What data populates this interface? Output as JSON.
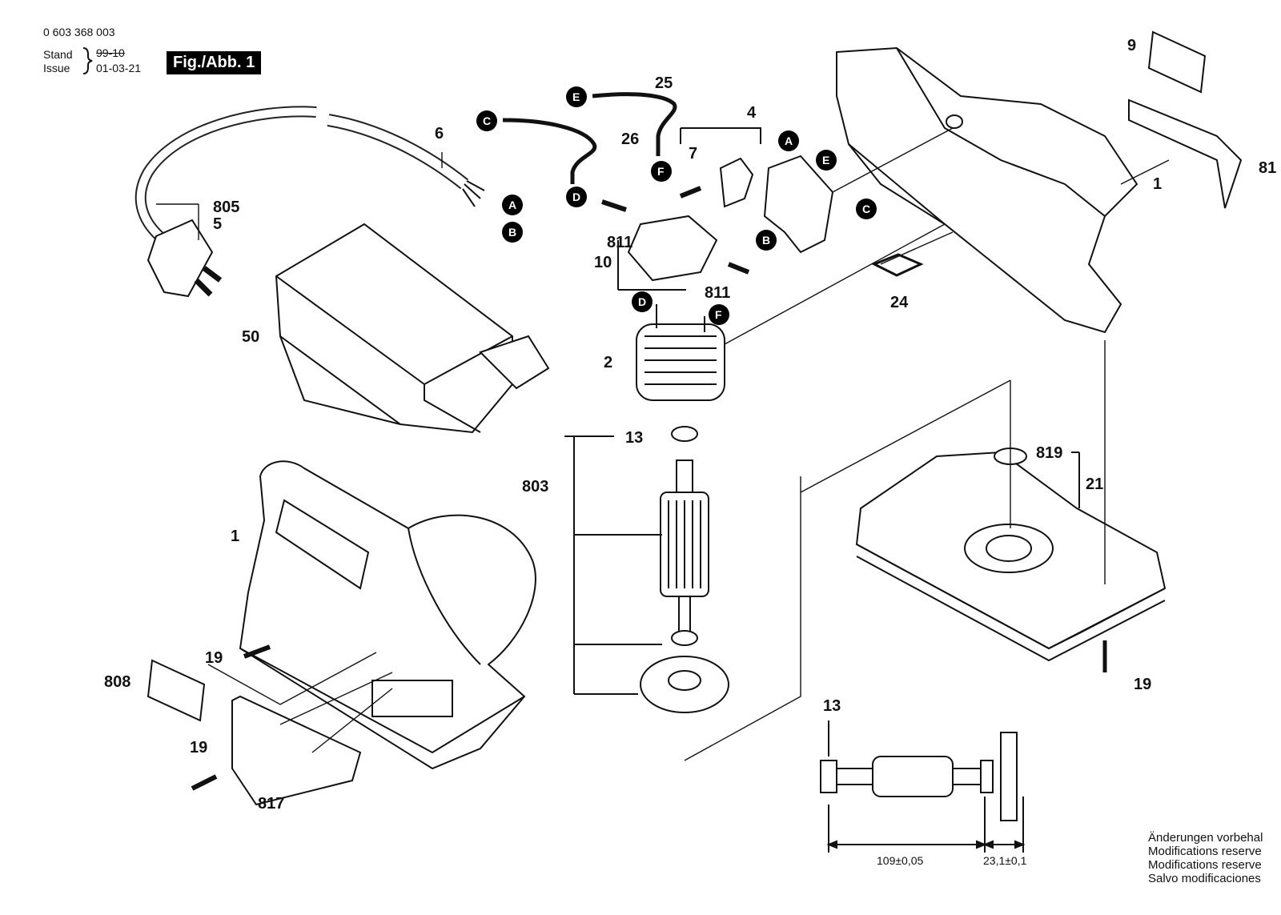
{
  "header": {
    "doc_number": "0 603 368 003",
    "stand_label": "Stand",
    "issue_label": "Issue",
    "stand_value_struck": "99-10",
    "issue_date": "01-03-21",
    "figure_title": "Fig./Abb. 1"
  },
  "part_labels": {
    "p1_housing": "1",
    "p1_tool": "1",
    "p2": "2",
    "p4": "4",
    "p5": "5",
    "p6": "6",
    "p7": "7",
    "p9": "9",
    "p10": "10",
    "p13": "13",
    "p13_detail": "13",
    "p19_tool": "19",
    "p19_lower": "19",
    "p19_pad": "19",
    "p21": "21",
    "p24": "24",
    "p25": "25",
    "p26": "26",
    "p50": "50",
    "p803": "803",
    "p805": "805",
    "p808": "808",
    "p811_a": "811",
    "p811_b": "811",
    "p817": "817",
    "p819": "819",
    "p81x": "81"
  },
  "connectors": {
    "A": "A",
    "B": "B",
    "C": "C",
    "D": "D",
    "E": "E",
    "F": "F"
  },
  "dimensions": {
    "length": "109±0,05",
    "offset": "23,1±0,1"
  },
  "notes": [
    "Änderungen vorbehal",
    "Modifications reserve",
    "Modifications reserve",
    "Salvo modificaciones"
  ]
}
